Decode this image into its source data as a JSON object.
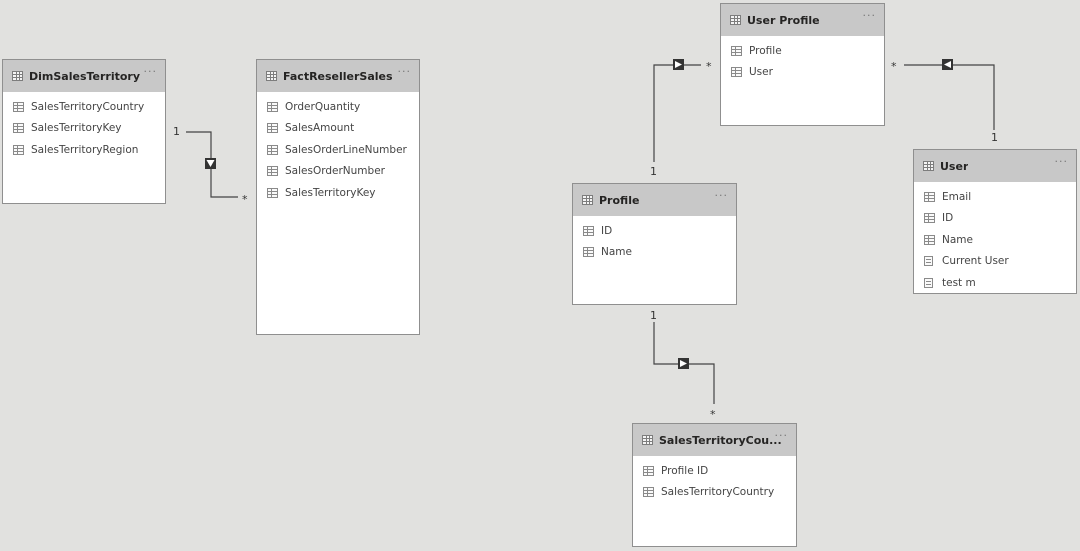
{
  "tables": [
    {
      "id": "dim_sales_territory",
      "title": "DimSalesTerritory",
      "fields": [
        {
          "name": "SalesTerritoryCountry",
          "kind": "column"
        },
        {
          "name": "SalesTerritoryKey",
          "kind": "column"
        },
        {
          "name": "SalesTerritoryRegion",
          "kind": "column"
        }
      ]
    },
    {
      "id": "fact_reseller_sales",
      "title": "FactResellerSales",
      "fields": [
        {
          "name": "OrderQuantity",
          "kind": "column"
        },
        {
          "name": "SalesAmount",
          "kind": "column"
        },
        {
          "name": "SalesOrderLineNumber",
          "kind": "column"
        },
        {
          "name": "SalesOrderNumber",
          "kind": "column"
        },
        {
          "name": "SalesTerritoryKey",
          "kind": "column"
        }
      ]
    },
    {
      "id": "user_profile",
      "title": "User Profile",
      "fields": [
        {
          "name": "Profile",
          "kind": "column"
        },
        {
          "name": "User",
          "kind": "column"
        }
      ]
    },
    {
      "id": "user",
      "title": "User",
      "fields": [
        {
          "name": "Email",
          "kind": "column"
        },
        {
          "name": "ID",
          "kind": "column"
        },
        {
          "name": "Name",
          "kind": "column"
        },
        {
          "name": "Current User",
          "kind": "measure"
        },
        {
          "name": "test m",
          "kind": "measure"
        }
      ]
    },
    {
      "id": "profile",
      "title": "Profile",
      "fields": [
        {
          "name": "ID",
          "kind": "column"
        },
        {
          "name": "Name",
          "kind": "column"
        }
      ]
    },
    {
      "id": "sales_territory_country",
      "title": "SalesTerritoryCou...",
      "fields": [
        {
          "name": "Profile ID",
          "kind": "column"
        },
        {
          "name": "SalesTerritoryCountry",
          "kind": "column"
        }
      ]
    }
  ],
  "more_label": "···",
  "relationships": [
    {
      "from": "dim_sales_territory",
      "to": "fact_reseller_sales",
      "one_label": "1",
      "many_label": "*"
    },
    {
      "from": "profile",
      "to": "user_profile",
      "one_label": "1",
      "many_label": "*"
    },
    {
      "from": "user",
      "to": "user_profile",
      "one_label": "1",
      "many_label": "*"
    },
    {
      "from": "profile",
      "to": "sales_territory_country",
      "one_label": "1",
      "many_label": "*"
    }
  ]
}
